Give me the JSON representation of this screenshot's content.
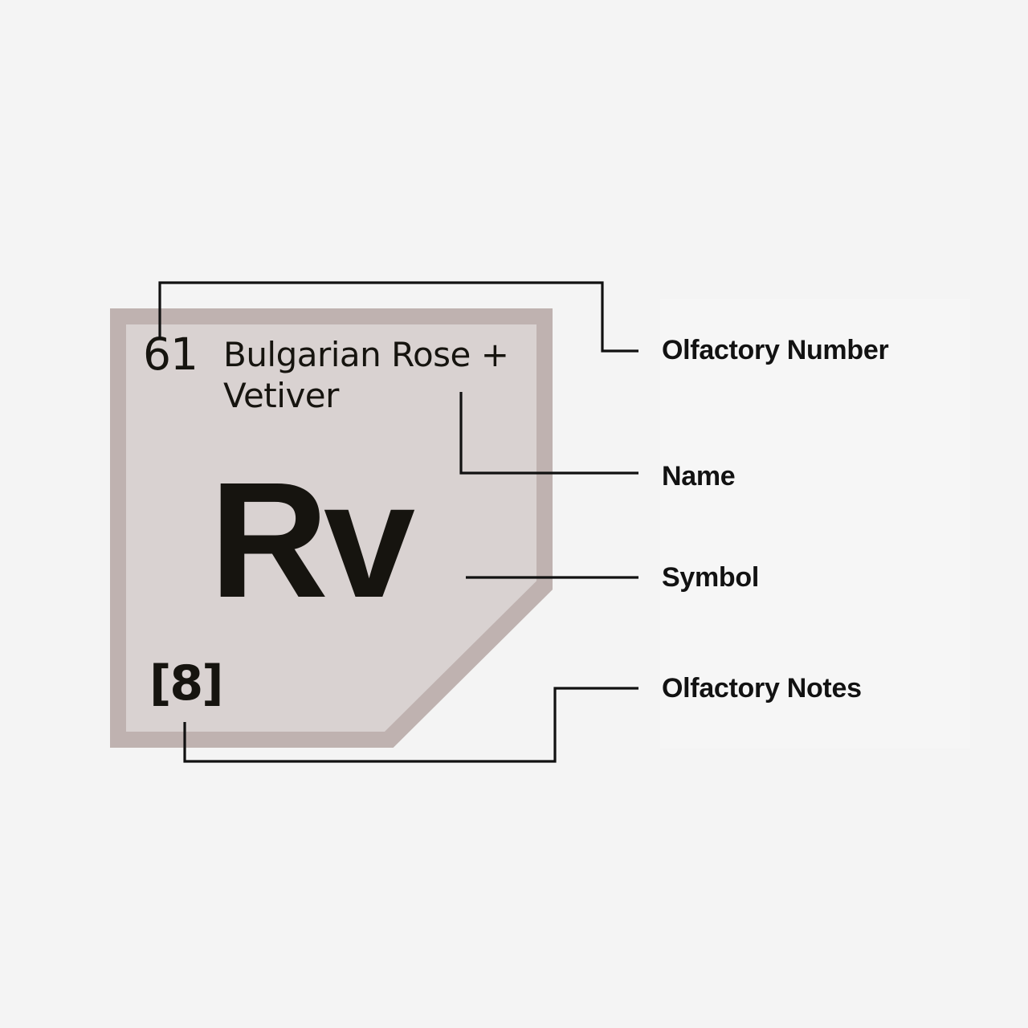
{
  "page": {
    "background_color": "#f4f4f4",
    "panel_color": "#f6f6f6"
  },
  "card": {
    "border_color": "#bfb2b0",
    "fill_color": "#d9d2d1",
    "text_color": "#16140f",
    "olfactory_number": "61",
    "name": "Bulgarian Rose + Vetiver",
    "symbol": "Rv",
    "olfactory_notes": "[8]"
  },
  "callouts": [
    {
      "id": "olfactory-number",
      "label": "Olfactory Number"
    },
    {
      "id": "name",
      "label": "Name"
    },
    {
      "id": "symbol",
      "label": "Symbol"
    },
    {
      "id": "olfactory-notes",
      "label": "Olfactory Notes"
    }
  ],
  "leader_line_color": "#111111"
}
